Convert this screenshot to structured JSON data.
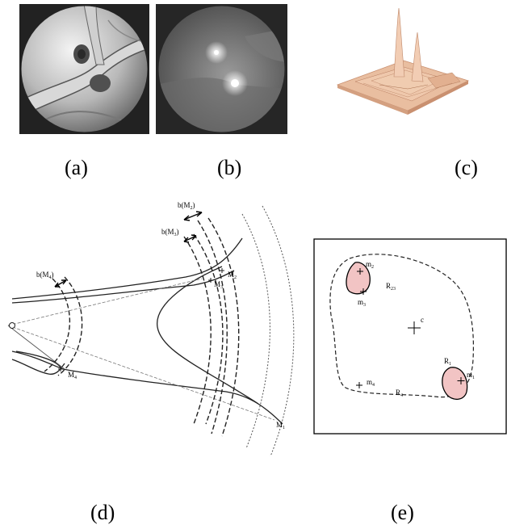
{
  "captions": {
    "a": "(a)",
    "b": "(b)",
    "c": "(c)",
    "d": "(d)",
    "e": "(e)"
  },
  "panel_d": {
    "bM2": "b(M",
    "bM2_sub": "2",
    "bM3": "b(M",
    "bM3_sub": "3",
    "bM4": "b(M",
    "bM4_sub": "4",
    "close_paren": ")",
    "M1": "M",
    "M1_sub": "1",
    "M2": "M",
    "M2_sub": "2",
    "M3": "M",
    "M3_sub": "3",
    "M4": "M",
    "M4_sub": "4"
  },
  "panel_e": {
    "m2": "m",
    "m2_sub": "2",
    "m3": "m",
    "m3_sub": "3",
    "R23": "R",
    "R23_sub": "23",
    "c": "c",
    "R1": "R",
    "R1_sub": "1",
    "m1": "m",
    "m1_sub": "1",
    "m4": "m",
    "m4_sub": "4",
    "R4": "R",
    "R4_sub": "4"
  },
  "colors": {
    "region_fill": "#f2c4c4",
    "surface": "#e8b89a"
  }
}
